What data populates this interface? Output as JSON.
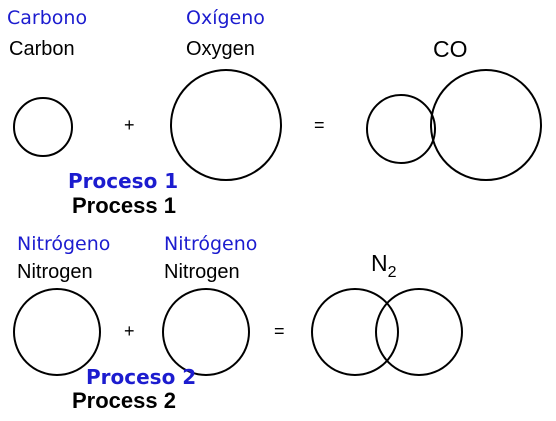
{
  "colors": {
    "spanish_text": "#1c1ccf",
    "english_text": "#000000",
    "stroke": "#000000"
  },
  "process1": {
    "left": {
      "es": "Carbono",
      "en": "Carbon"
    },
    "right": {
      "es": "Oxígeno",
      "en": "Oxygen"
    },
    "plus": "+",
    "equals": "=",
    "product": "CO",
    "label_es": "Proceso 1",
    "label_en": "Process 1"
  },
  "process2": {
    "left": {
      "es": "Nitrógeno",
      "en": "Nitrogen"
    },
    "right": {
      "es": "Nitrógeno",
      "en": "Nitrogen"
    },
    "plus": "+",
    "equals": "=",
    "product_symbol": "N",
    "product_subscript": "2",
    "label_es": "Proceso 2",
    "label_en": "Process 2"
  }
}
